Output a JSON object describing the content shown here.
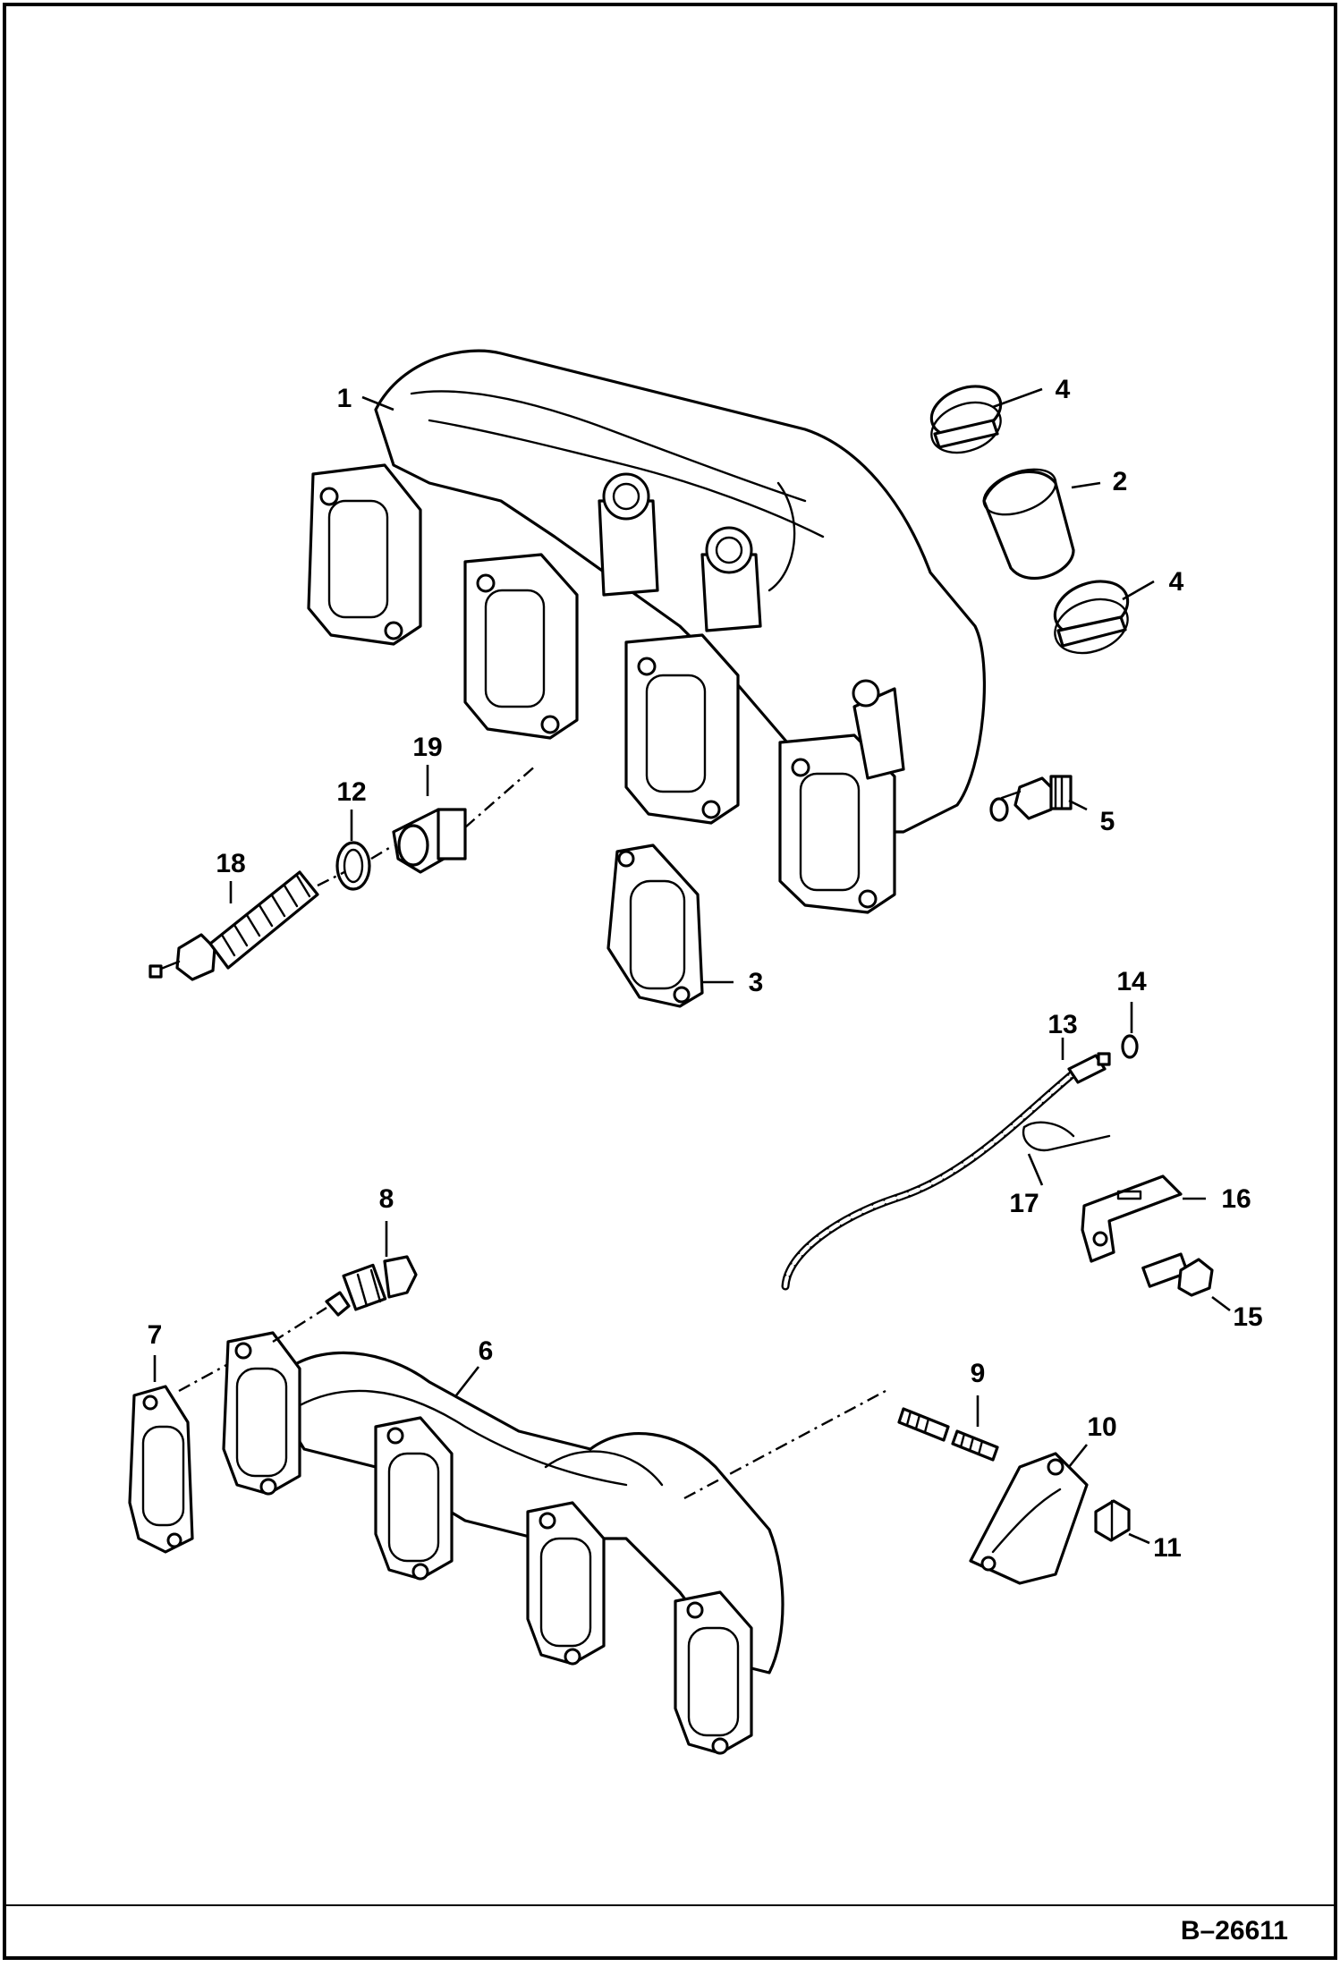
{
  "figure_code": "B–26611",
  "callouts": [
    {
      "id": "callout-1",
      "number": "1"
    },
    {
      "id": "callout-2",
      "number": "2"
    },
    {
      "id": "callout-3",
      "number": "3"
    },
    {
      "id": "callout-4a",
      "number": "4"
    },
    {
      "id": "callout-4b",
      "number": "4"
    },
    {
      "id": "callout-5",
      "number": "5"
    },
    {
      "id": "callout-6",
      "number": "6"
    },
    {
      "id": "callout-7",
      "number": "7"
    },
    {
      "id": "callout-8",
      "number": "8"
    },
    {
      "id": "callout-9",
      "number": "9"
    },
    {
      "id": "callout-10",
      "number": "10"
    },
    {
      "id": "callout-11",
      "number": "11"
    },
    {
      "id": "callout-12",
      "number": "12"
    },
    {
      "id": "callout-13",
      "number": "13"
    },
    {
      "id": "callout-14",
      "number": "14"
    },
    {
      "id": "callout-15",
      "number": "15"
    },
    {
      "id": "callout-16",
      "number": "16"
    },
    {
      "id": "callout-17",
      "number": "17"
    },
    {
      "id": "callout-18",
      "number": "18"
    },
    {
      "id": "callout-19",
      "number": "19"
    }
  ]
}
